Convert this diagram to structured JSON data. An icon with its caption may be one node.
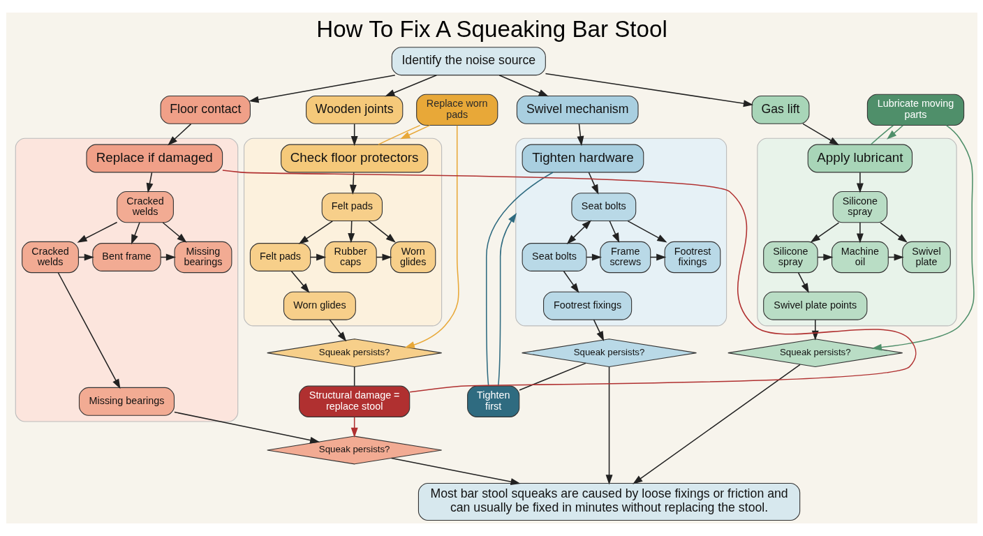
{
  "diagram": {
    "title": "How To Fix A Squeaking Bar Stool",
    "nodes": [
      {
        "text": [
          "Identify the noise source"
        ]
      },
      {
        "text": [
          "Swivel mechanism"
        ]
      },
      {
        "text": [
          "Gas lift"
        ]
      },
      {
        "text": [
          "Wooden joints"
        ]
      },
      {
        "text": [
          "Floor contact"
        ]
      },
      {
        "text": [],
        "shape": "box"
      },
      {
        "text": [
          "Tighten hardware"
        ],
        "in": 5
      },
      {
        "text": [
          "Seat bolts"
        ],
        "in": 5
      },
      {
        "text": [
          "Seat bolts"
        ],
        "in": 5
      },
      {
        "text": [
          "Frame screws"
        ],
        "in": 5
      },
      {
        "text": [
          "Footrest fixings"
        ],
        "in": 5
      },
      {
        "text": [
          "Footrest fixings"
        ],
        "in": 5
      },
      {
        "text": [
          "Squeak persists?"
        ]
      },
      {
        "text": [
          "Tighten first"
        ]
      },
      {
        "text": [],
        "shape": "box"
      },
      {
        "text": [
          "Apply lubricant"
        ],
        "in": 14
      },
      {
        "text": [
          "Silicone spray"
        ],
        "in": 14
      },
      {
        "text": [
          "Silicone spray"
        ],
        "in": 14
      },
      {
        "text": [
          "Machine oil"
        ],
        "in": 14
      },
      {
        "text": [
          "Swivel plate"
        ],
        "in": 14
      },
      {
        "text": [
          "Swivel plate points"
        ],
        "in": 14
      },
      {
        "text": [
          "Squeak persists?"
        ]
      },
      {
        "text": [
          "Lubricate moving parts"
        ]
      },
      {
        "text": [],
        "shape": "box"
      },
      {
        "text": [
          "Check floor protectors"
        ],
        "in": 23
      },
      {
        "text": [
          "Felt pads"
        ],
        "in": 23
      },
      {
        "text": [
          "Felt pads"
        ],
        "in": 23
      },
      {
        "text": [
          "Rubber caps"
        ],
        "in": 23
      },
      {
        "text": [
          "Worn glides"
        ],
        "in": 23
      },
      {
        "text": [
          "Worn glides"
        ],
        "in": 23
      },
      {
        "text": [
          "Squeak persists?"
        ]
      },
      {
        "text": [
          "Replace worn pads"
        ]
      },
      {
        "text": [],
        "shape": "box"
      },
      {
        "text": [
          "Replace if damaged"
        ],
        "in": 32
      },
      {
        "text": [
          "Cracked welds"
        ],
        "in": 32
      },
      {
        "text": [
          "Cracked welds"
        ],
        "in": 32
      },
      {
        "text": [
          "Bent frame"
        ],
        "in": 32
      },
      {
        "text": [
          "Missing bearings"
        ],
        "in": 32
      },
      {
        "text": [
          "Missing bearings"
        ],
        "in": 32
      },
      {
        "text": [
          "Squeak persists?"
        ]
      },
      {
        "text": [
          "Structural damage = replace stool"
        ]
      },
      {
        "text": [
          "Most bar stool squeaks are caused by loose fixings or friction and can usually be fixed in minutes without replacing the stool."
        ]
      }
    ],
    "edges": [
      {
        "from": 0,
        "to": 1,
        "arrow": "to"
      },
      {
        "from": 0,
        "to": 2,
        "arrow": "to"
      },
      {
        "from": 0,
        "to": 3,
        "arrow": "to"
      },
      {
        "from": 0,
        "to": 4,
        "arrow": "to"
      },
      {
        "from": 1,
        "to": 6,
        "arrow": "to"
      },
      {
        "from": 6,
        "to": 7,
        "arrow": "to"
      },
      {
        "from": 7,
        "to": 8,
        "arrow": "both"
      },
      {
        "from": 7,
        "to": 9,
        "arrow": "to"
      },
      {
        "from": 7,
        "to": 10,
        "arrow": "to"
      },
      {
        "from": 8,
        "to": 9,
        "arrow": "to"
      },
      {
        "from": 9,
        "to": 10,
        "arrow": "to"
      },
      {
        "from": 8,
        "to": 11,
        "arrow": "to"
      },
      {
        "from": 11,
        "to": 12,
        "arrow": "to"
      },
      {
        "from": 13,
        "to": 6,
        "arrow": "none",
        "color": "#2f6b80"
      },
      {
        "from": 13,
        "to": 5,
        "arrow": "to",
        "color": "#2f6b80"
      },
      {
        "from": 12,
        "to": 13,
        "arrow": "none"
      },
      {
        "from": 12,
        "to": 41,
        "arrow": "to"
      },
      {
        "from": 2,
        "to": 15,
        "arrow": "to"
      },
      {
        "from": 15,
        "to": 16,
        "arrow": "to"
      },
      {
        "from": 16,
        "to": 17,
        "arrow": "to"
      },
      {
        "from": 16,
        "to": 18,
        "arrow": "to"
      },
      {
        "from": 16,
        "to": 19,
        "arrow": "to"
      },
      {
        "from": 17,
        "to": 18,
        "arrow": "to"
      },
      {
        "from": 18,
        "to": 19,
        "arrow": "to"
      },
      {
        "from": 17,
        "to": 20,
        "arrow": "to"
      },
      {
        "from": 20,
        "to": 21,
        "arrow": "to"
      },
      {
        "from": 22,
        "to": 15,
        "arrow": "none",
        "color": "#4f8f6a"
      },
      {
        "from": 22,
        "to": 14,
        "arrow": "to",
        "color": "#4f8f6a"
      },
      {
        "from": 22,
        "to": 21,
        "arrow": "to",
        "color": "#4f8f6a"
      },
      {
        "from": 21,
        "to": 41,
        "arrow": "to"
      },
      {
        "from": 3,
        "to": 24,
        "arrow": "to"
      },
      {
        "from": 24,
        "to": 25,
        "arrow": "to"
      },
      {
        "from": 25,
        "to": 26,
        "arrow": "to"
      },
      {
        "from": 25,
        "to": 27,
        "arrow": "to"
      },
      {
        "from": 25,
        "to": 28,
        "arrow": "to"
      },
      {
        "from": 26,
        "to": 27,
        "arrow": "to"
      },
      {
        "from": 27,
        "to": 28,
        "arrow": "to"
      },
      {
        "from": 26,
        "to": 29,
        "arrow": "to"
      },
      {
        "from": 29,
        "to": 30,
        "arrow": "to"
      },
      {
        "from": 31,
        "to": 24,
        "arrow": "none",
        "color": "#e8a838"
      },
      {
        "from": 31,
        "to": 23,
        "arrow": "to",
        "color": "#e8a838"
      },
      {
        "from": 31,
        "to": 30,
        "arrow": "to",
        "color": "#e8a838"
      },
      {
        "from": 30,
        "to": 40,
        "arrow": "none"
      },
      {
        "from": 4,
        "to": 33,
        "arrow": "to"
      },
      {
        "from": 33,
        "to": 34,
        "arrow": "to"
      },
      {
        "from": 34,
        "to": 35,
        "arrow": "to"
      },
      {
        "from": 34,
        "to": 36,
        "arrow": "to"
      },
      {
        "from": 34,
        "to": 37,
        "arrow": "to"
      },
      {
        "from": 35,
        "to": 36,
        "arrow": "to"
      },
      {
        "from": 36,
        "to": 37,
        "arrow": "to"
      },
      {
        "from": 35,
        "to": 38,
        "arrow": "to"
      },
      {
        "from": 38,
        "to": 39,
        "arrow": "to"
      },
      {
        "from": 40,
        "to": 33,
        "arrow": "none",
        "color": "#b03030"
      },
      {
        "from": 40,
        "to": 39,
        "arrow": "to",
        "color": "#b03030"
      },
      {
        "from": 39,
        "to": 41,
        "arrow": "to"
      }
    ]
  }
}
